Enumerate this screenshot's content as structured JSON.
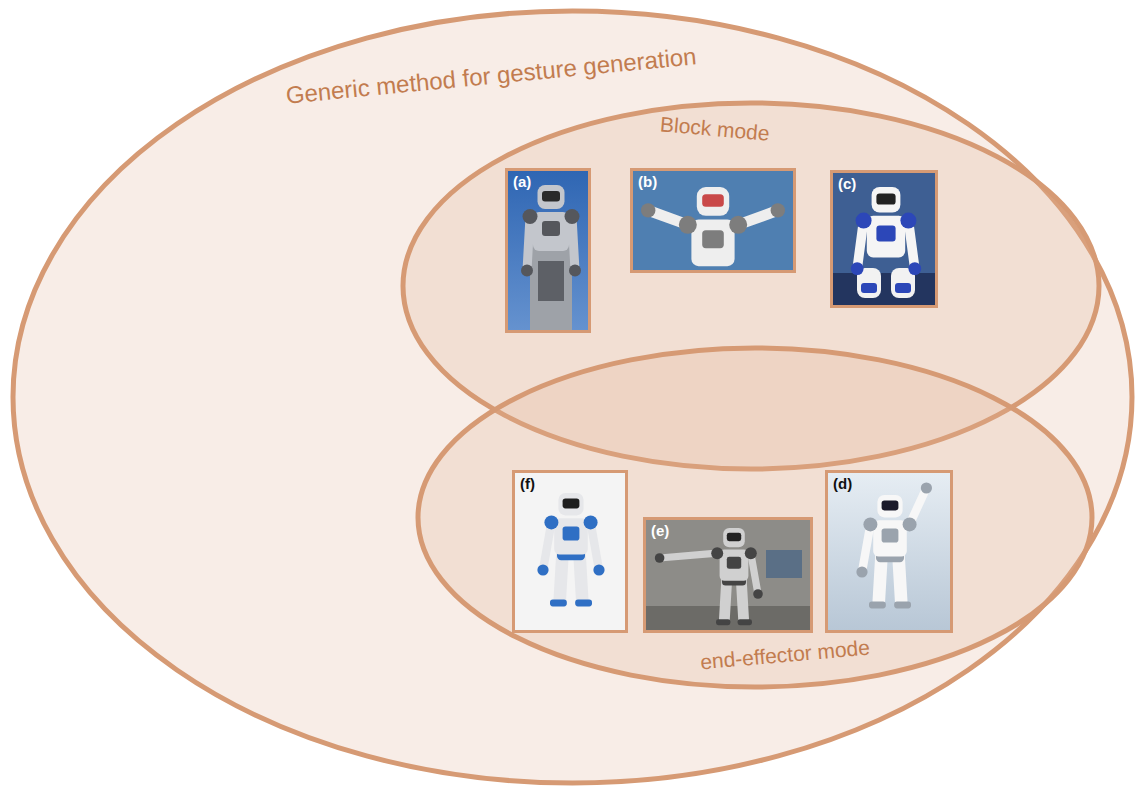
{
  "diagram": {
    "nodes": [
      {
        "text": [
          "Generic method for gesture generation"
        ]
      },
      {
        "text": [
          "Block mode"
        ],
        "in": 0
      },
      {
        "text": [
          "(a)"
        ],
        "in": 1
      },
      {
        "text": [
          "(b)"
        ],
        "in": 1
      },
      {
        "text": [
          "(c)"
        ],
        "in": 1
      },
      {
        "text": [
          "end-effector mode"
        ],
        "in": 0
      },
      {
        "text": [
          "(f)"
        ],
        "in": 5
      },
      {
        "text": [
          "(e)"
        ],
        "in": 5
      },
      {
        "text": [
          "(d)"
        ],
        "in": 5
      }
    ]
  }
}
